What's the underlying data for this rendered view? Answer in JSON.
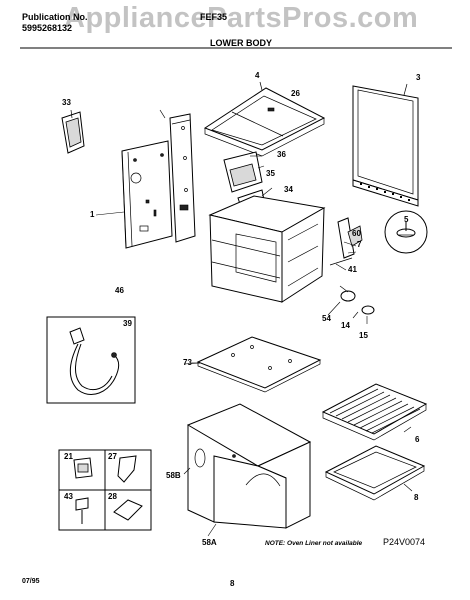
{
  "header": {
    "publication_label": "Publication No.",
    "publication_number": "5995268132",
    "model": "FEF35",
    "section": "LOWER BODY",
    "watermark": "AppliancePartsPros.com"
  },
  "callouts": {
    "c1": "1",
    "c3": "3",
    "c4": "4",
    "c5": "5",
    "c6": "6",
    "c7": "7",
    "c8": "8",
    "c14": "14",
    "c15": "15",
    "c21": "21",
    "c26": "26",
    "c27": "27",
    "c28": "28",
    "c33": "33",
    "c34": "34",
    "c35": "35",
    "c36": "36",
    "c39": "39",
    "c41": "41",
    "c43": "43",
    "c46": "46",
    "c54": "54",
    "c58a": "58A",
    "c58b": "58B",
    "c60": "60",
    "c73": "73"
  },
  "note": "NOTE: Oven Liner not available",
  "diagram_code": "P24V0074",
  "footer": {
    "date": "07/95",
    "page": "8"
  }
}
